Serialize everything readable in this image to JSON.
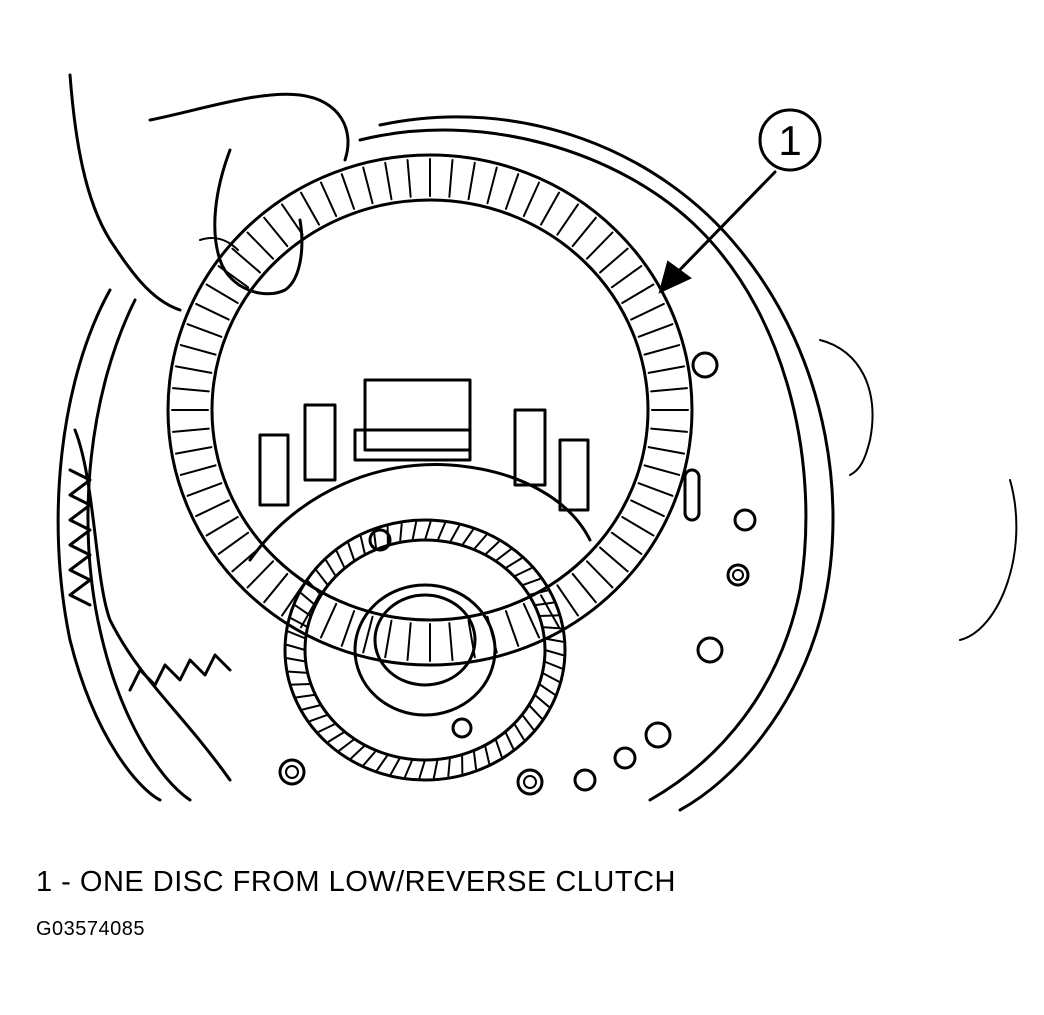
{
  "callout": {
    "number": "1"
  },
  "caption": {
    "text": "1 - ONE DISC FROM LOW/REVERSE CLUTCH"
  },
  "figure_id": {
    "text": "G03574085"
  },
  "icons": [
    "clutch-disc-icon",
    "hand-icon",
    "gear-icon",
    "arrow-icon"
  ]
}
